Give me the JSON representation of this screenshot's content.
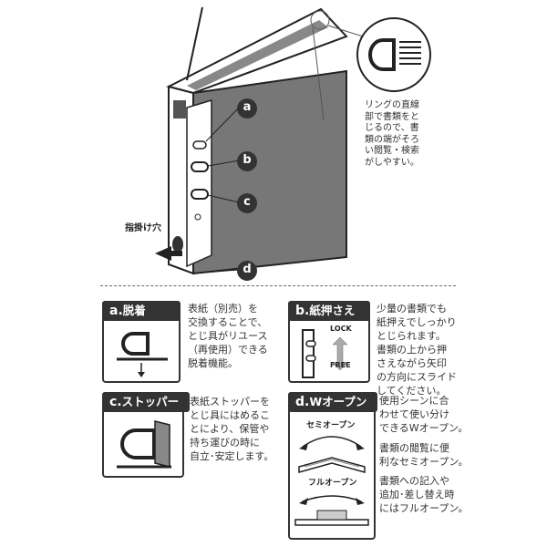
{
  "top": {
    "ring_note": "リングの直線\n部で書類をと\nじるので、書\n類の端がそろ\nい閲覧・検索\nがしやすい。",
    "finger_hole": "指掛け穴",
    "markers": [
      "a",
      "b",
      "c",
      "d"
    ]
  },
  "features": [
    {
      "letter": "a.",
      "title": "脱着",
      "desc": "表紙（別売）を\n交換することで、\nとじ具がリユース\n（再使用）できる\n脱着機能。"
    },
    {
      "letter": "b.",
      "title": "紙押さえ",
      "desc": "少量の書類でも\n紙押えでしっかり\nとじられます。\n書類の上から押\nさえながら矢印\nの方向にスライド\nしてください。",
      "lock_label": "LOCK",
      "free_label": "FREE"
    },
    {
      "letter": "c.",
      "title": "ストッパー",
      "desc": "表紙ストッパーを\nとじ具にはめるこ\nとにより、保管や\n持ち運びの時に\n自立･安定します。"
    },
    {
      "letter": "d.",
      "title": "Wオープン",
      "desc1": "使用シーンに合\nわせて使い分け\nできるWオープン。",
      "desc2": "書類の閲覧に便\n利なセミオープン。",
      "desc3": "書類への記入や\n追加･差し替え時\nにはフルオープン。",
      "semi_label": "セミオープン",
      "full_label": "フルオープン"
    }
  ]
}
